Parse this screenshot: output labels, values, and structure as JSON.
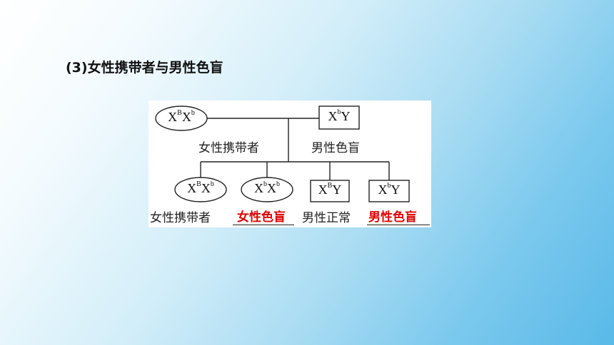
{
  "heading": "(3)女性携带者与男性色盲",
  "parents": {
    "mother": {
      "x": "X",
      "sup1": "B",
      "x2": "X",
      "sup2": "b",
      "label": "女性携带者"
    },
    "father": {
      "x": "X",
      "sup1": "b",
      "y": "Y",
      "label": "男性色盲"
    }
  },
  "children": [
    {
      "x": "X",
      "sup1": "B",
      "x2": "X",
      "sup2": "b",
      "label": "女性携带者"
    },
    {
      "x": "X",
      "sup1": "b",
      "x2": "X",
      "sup2": "b",
      "label": "女性色盲"
    },
    {
      "x": "X",
      "sup1": "B",
      "y": "Y",
      "label": "男性正常"
    },
    {
      "x": "X",
      "sup1": "b",
      "y": "Y",
      "label": "男性色盲"
    }
  ],
  "colors": {
    "answer": "#e00000",
    "line": "#222222"
  }
}
